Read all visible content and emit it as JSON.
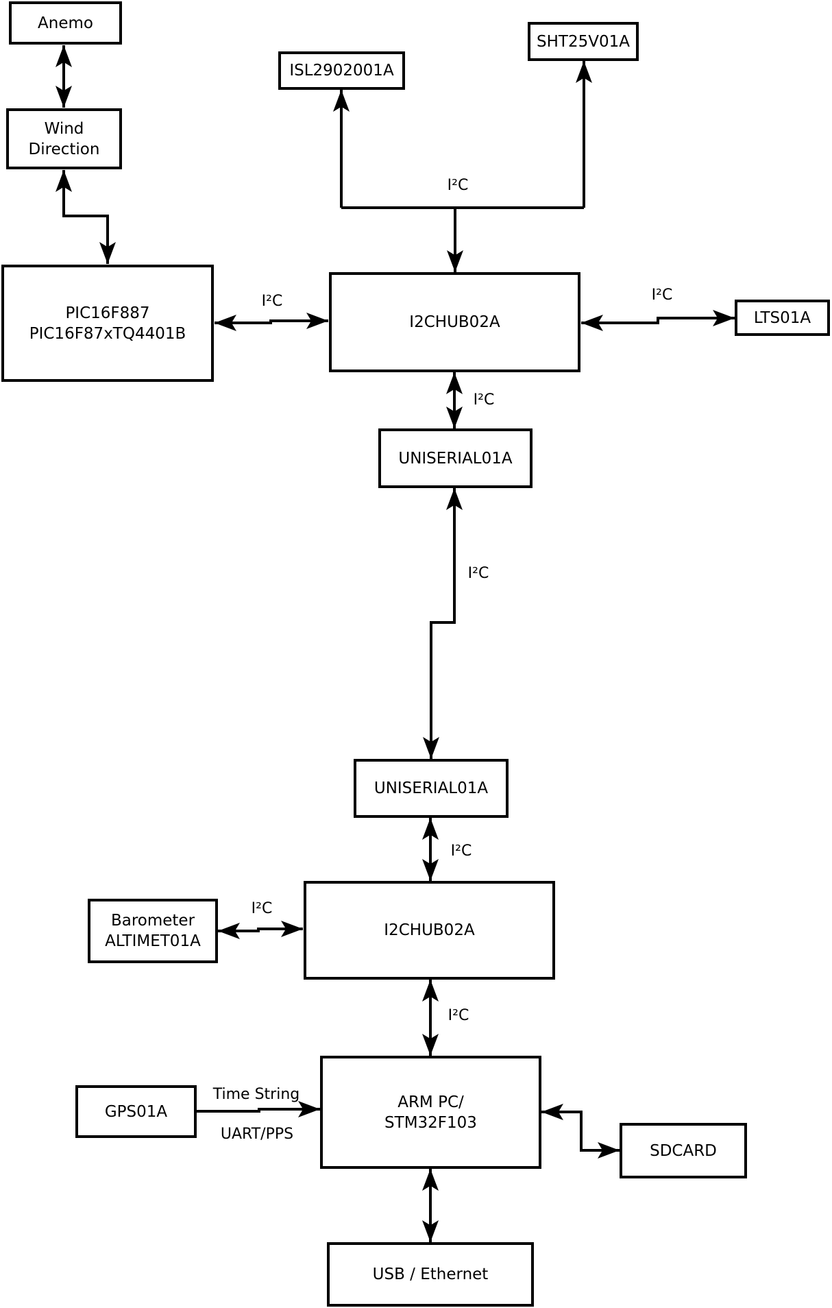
{
  "nodes": {
    "anemo": {
      "label": "Anemo"
    },
    "wind_direction": {
      "lines": [
        "Wind",
        "Direction"
      ]
    },
    "pic": {
      "lines": [
        "PIC16F887",
        "PIC16F87xTQ4401B"
      ]
    },
    "isl": {
      "label": "ISL2902001A"
    },
    "sht": {
      "label": "SHT25V01A"
    },
    "i2chub_top": {
      "label": "I2CHUB02A"
    },
    "lts": {
      "label": "LTS01A"
    },
    "uniserial_top": {
      "label": "UNISERIAL01A"
    },
    "uniserial_bottom": {
      "label": "UNISERIAL01A"
    },
    "i2chub_bottom": {
      "label": "I2CHUB02A"
    },
    "barometer": {
      "lines": [
        "Barometer",
        "ALTIMET01A"
      ]
    },
    "gps": {
      "label": "GPS01A"
    },
    "armpc": {
      "lines": [
        "ARM PC/",
        "STM32F103"
      ]
    },
    "sdcard": {
      "label": "SDCARD"
    },
    "usb_ethernet": {
      "label": "USB / Ethernet"
    }
  },
  "edge_labels": {
    "bus_top": "I²C",
    "pic_hub": "I²C",
    "hub_lts": "I²C",
    "hub_uniserial": "I²C",
    "uniserial_link": "I²C",
    "uniserial_hub2": "I²C",
    "barometer_hub2": "I²C",
    "hub2_armpc": "I²C",
    "gps_armpc_top": "Time String",
    "gps_armpc_bottom": "UART/PPS"
  },
  "colors": {
    "line": "#000000",
    "background": "#ffffff",
    "box_fill": "#ffffff"
  }
}
